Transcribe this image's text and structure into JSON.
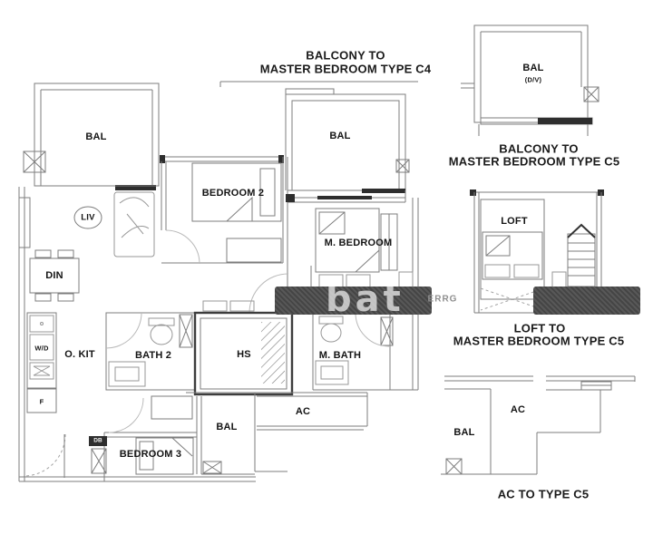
{
  "captions": {
    "balcony_c4_line1": "BALCONY TO",
    "balcony_c4_line2": "MASTER BEDROOM TYPE C4",
    "balcony_c5_line1": "BALCONY TO",
    "balcony_c5_line2": "MASTER BEDROOM TYPE C5",
    "loft_c5_line1": "LOFT TO",
    "loft_c5_line2": "MASTER BEDROOM TYPE C5",
    "ac_c5": "AC TO TYPE C5"
  },
  "main_plan": {
    "bal_top_left": "BAL",
    "liv": "LIV",
    "bedroom2": "BEDROOM 2",
    "bal_top_mid": "BAL",
    "m_bedroom": "M. BEDROOM",
    "din": "DIN",
    "o_kit": "O. KIT",
    "wd": "W/D",
    "f": "F",
    "bath2": "BATH 2",
    "hs": "HS",
    "m_bath": "M. BATH",
    "bal_bottom": "BAL",
    "ac": "AC",
    "bedroom3": "BEDROOM 3",
    "db": "DB"
  },
  "inset_balcony": {
    "bal": "BAL",
    "div": "(D/V)"
  },
  "inset_loft": {
    "loft": "LOFT"
  },
  "inset_ac": {
    "ac": "AC",
    "bal": "BAL"
  },
  "watermark": {
    "main": "bat",
    "fragment": "ERRG"
  },
  "colors": {
    "wall": "#7d7d7d",
    "wall_dark": "#2e2e2e",
    "label": "#141414",
    "watermark_band": "#4b4b4b",
    "watermark_text": "#dedede"
  }
}
